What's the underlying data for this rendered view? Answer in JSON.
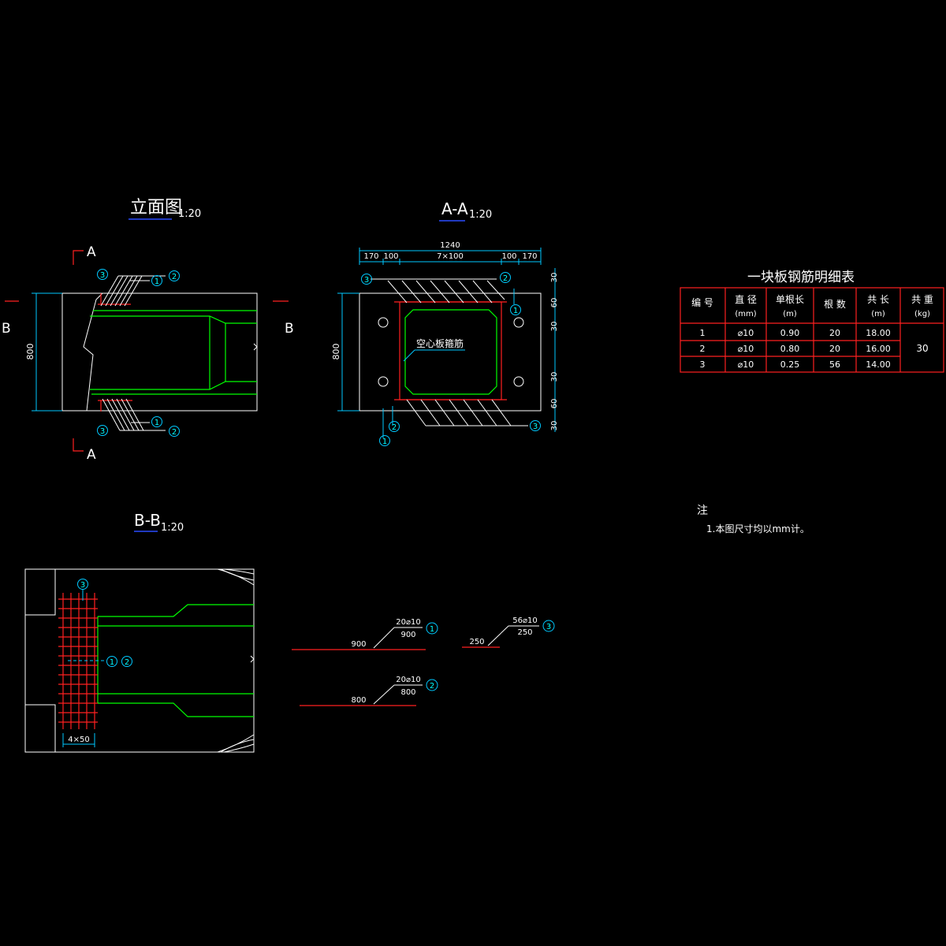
{
  "views": {
    "elevation": {
      "title": "立面图",
      "scale": "1:20",
      "height_dim": "800"
    },
    "aa": {
      "title": "A-A",
      "scale": "1:20",
      "dims_top": [
        "170",
        "100",
        "7×100",
        "100",
        "170"
      ],
      "total_width": "1240",
      "height_dim": "800",
      "dims_right": [
        "30",
        "60",
        "30",
        "30",
        "60",
        "30"
      ],
      "inner_label": "空心板箍筋"
    },
    "bb": {
      "title": "B-B",
      "scale": "1:20",
      "spacing_dim": "4×50"
    }
  },
  "section_marks": {
    "a": "A",
    "b": "B"
  },
  "callouts": [
    "1",
    "2",
    "3"
  ],
  "bars": [
    {
      "id": "1",
      "spec": "20⌀10",
      "length": "900",
      "base": "900"
    },
    {
      "id": "2",
      "spec": "20⌀10",
      "length": "800",
      "base": "800"
    },
    {
      "id": "3",
      "spec": "56⌀10",
      "length": "250",
      "base": "250"
    }
  ],
  "table": {
    "title": "一块板钢筋明细表",
    "headers": [
      [
        "编 号"
      ],
      [
        "直 径",
        "(mm)"
      ],
      [
        "单根长",
        "(m)"
      ],
      [
        "根 数"
      ],
      [
        "共 长",
        "(m)"
      ],
      [
        "共 重",
        "(kg)"
      ]
    ],
    "rows": [
      [
        "1",
        "⌀10",
        "0.90",
        "20",
        "18.00"
      ],
      [
        "2",
        "⌀10",
        "0.80",
        "20",
        "16.00"
      ],
      [
        "3",
        "⌀10",
        "0.25",
        "56",
        "14.00"
      ]
    ],
    "total_weight": "30"
  },
  "notes": {
    "title": "注",
    "items": [
      "1.本图尺寸均以mm计。"
    ]
  },
  "colors": {
    "background": "#000000",
    "outline": "#ffffff",
    "concrete_void": "#00ff00",
    "rebar": "#ff2020",
    "dimension": "#00c8ff",
    "title_underline": "#2a4cff",
    "table_border": "#ff2020"
  }
}
